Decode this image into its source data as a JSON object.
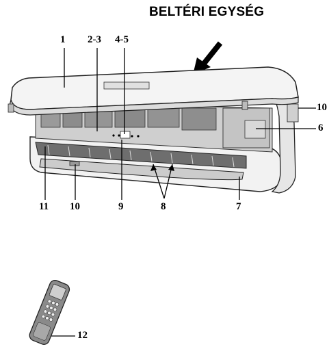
{
  "title": "BELTÉRI EGYSÉG",
  "callouts": {
    "c1": "1",
    "c2_3": "2-3",
    "c4_5": "4-5",
    "c10_right": "10",
    "c6": "6",
    "c11": "11",
    "c10_bottom": "10",
    "c9": "9",
    "c8": "8",
    "c7": "7",
    "c12": "12"
  }
}
